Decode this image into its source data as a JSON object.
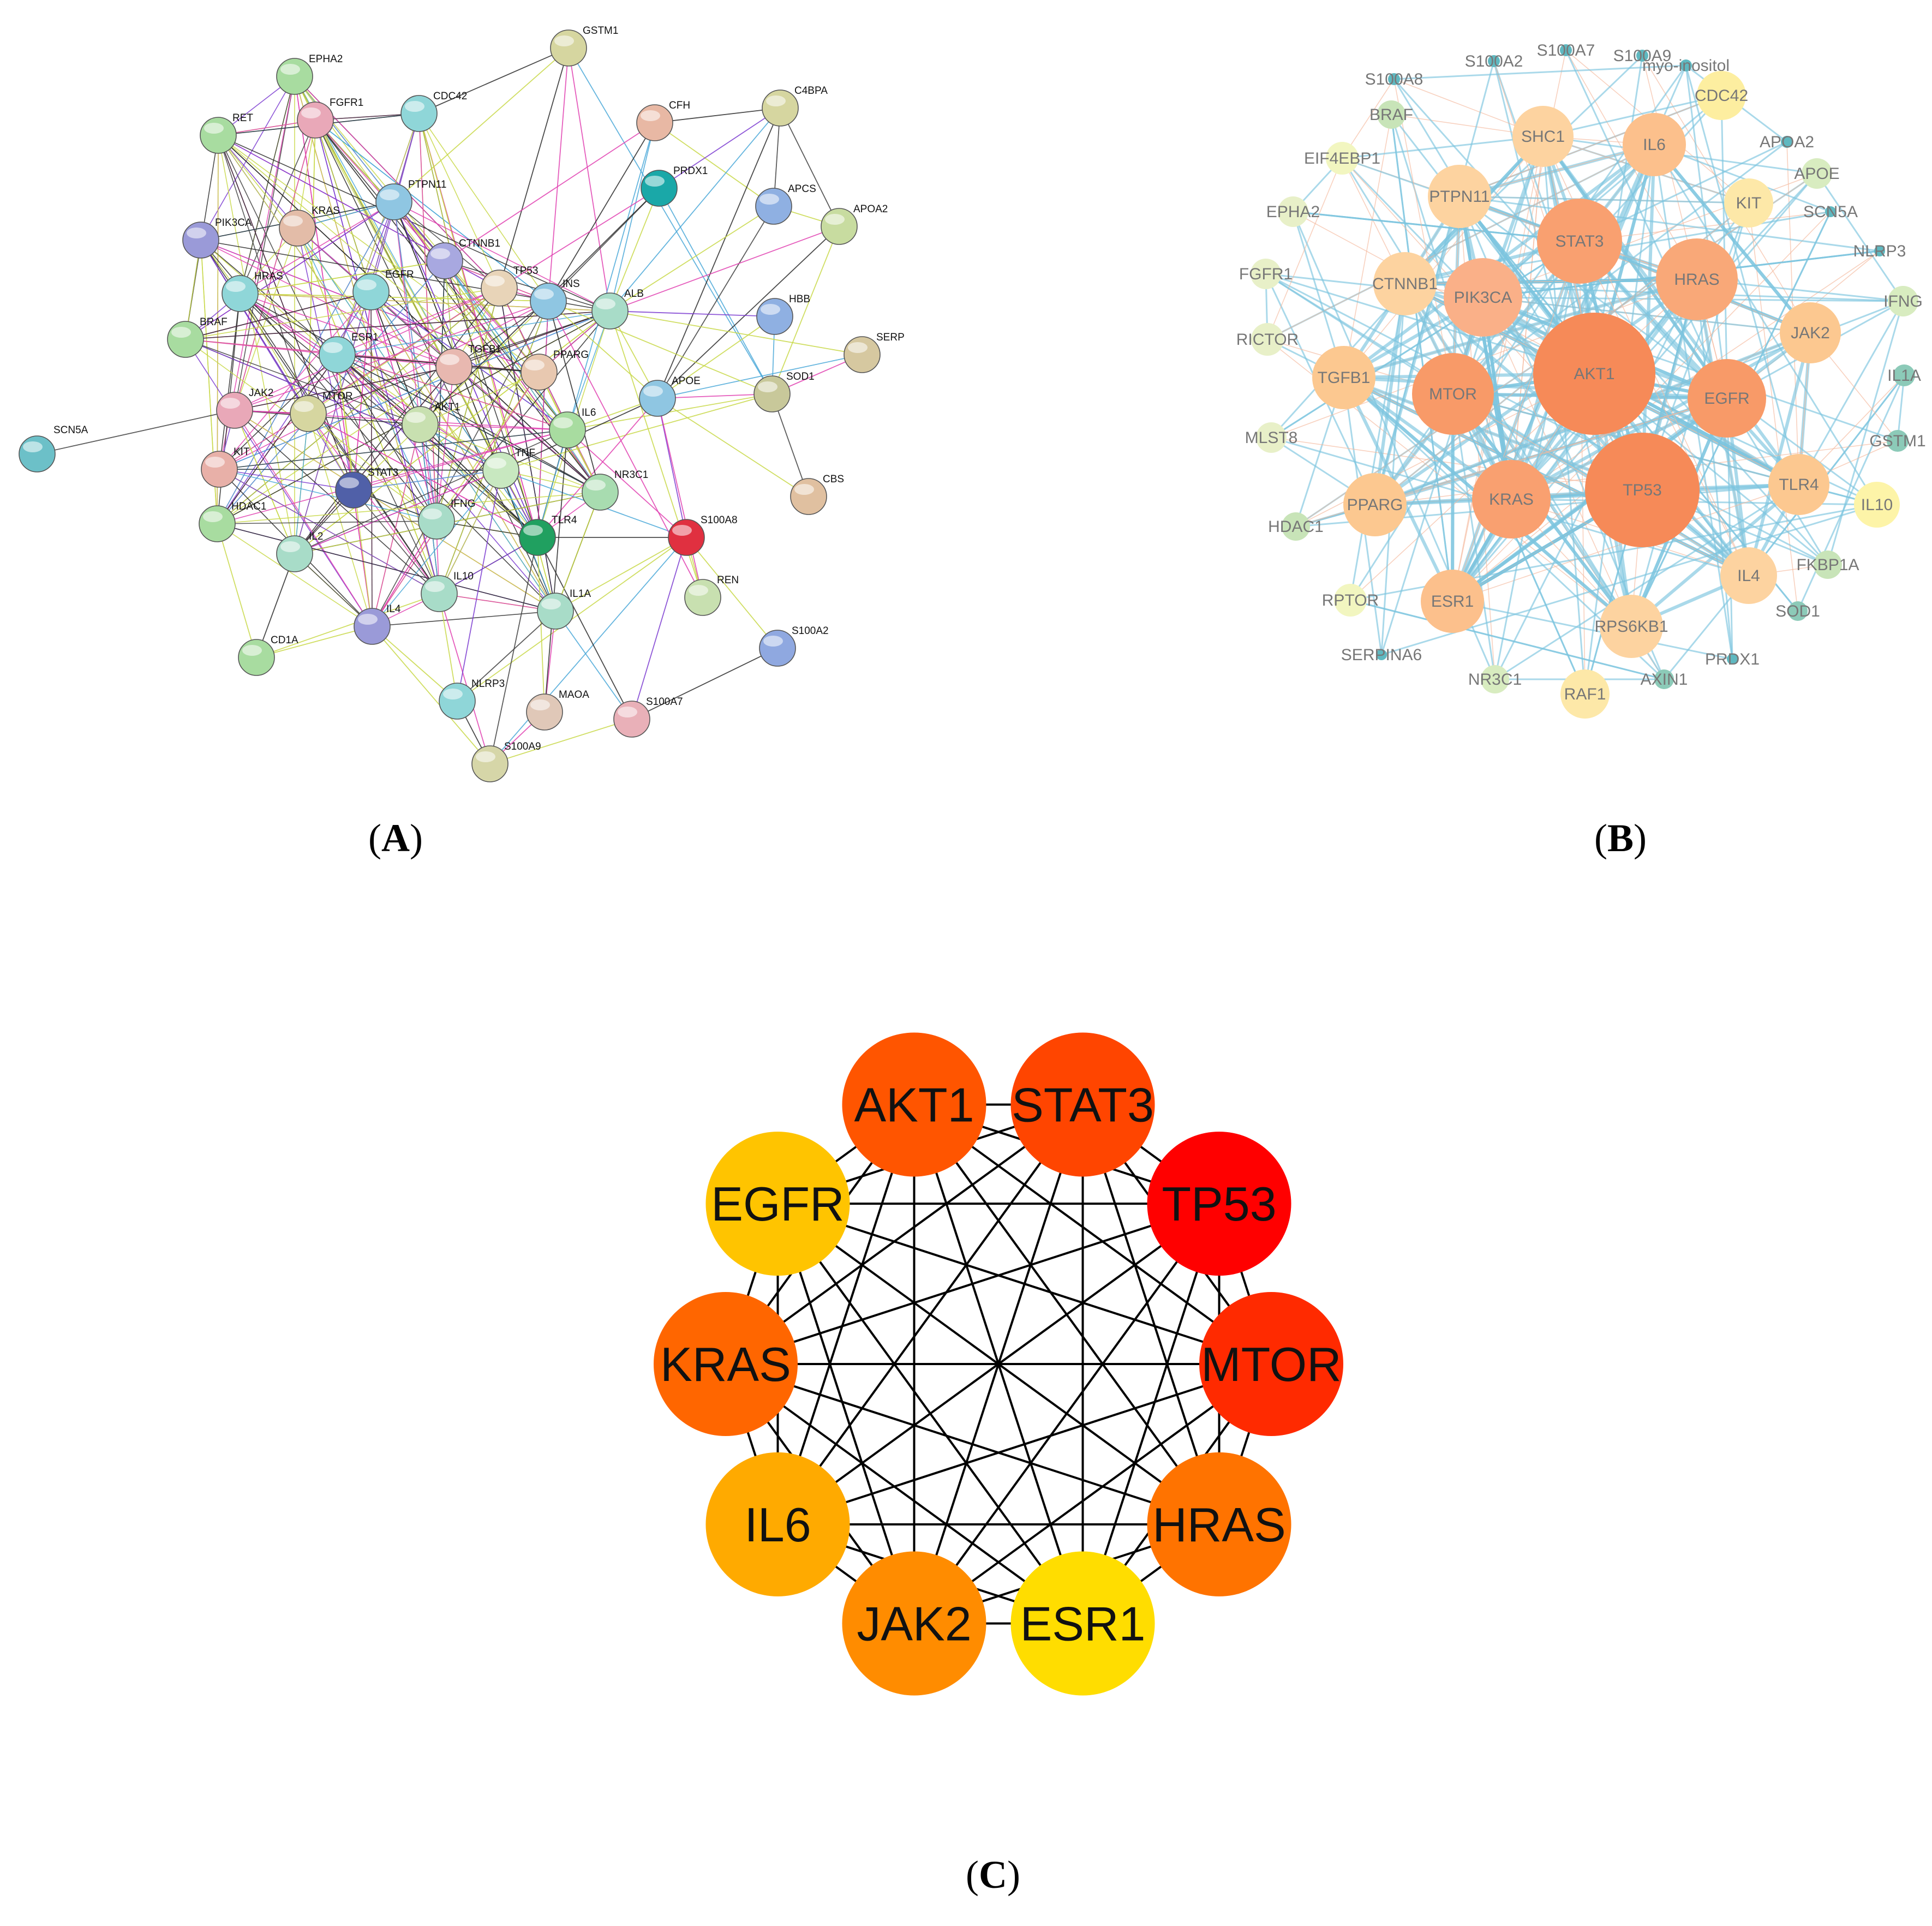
{
  "panels": {
    "A": {
      "caption": "A",
      "nodes": [
        {
          "id": "EPHA2",
          "color": "#a8dca0"
        },
        {
          "id": "FGFR1",
          "color": "#e9a8b8"
        },
        {
          "id": "CDC42",
          "color": "#8fd6d8"
        },
        {
          "id": "GSTM1",
          "color": "#d6d6a0"
        },
        {
          "id": "RET",
          "color": "#a8dca0"
        },
        {
          "id": "CFH",
          "color": "#e8b8a4"
        },
        {
          "id": "C4BPA",
          "color": "#d6d6a0"
        },
        {
          "id": "PRDX1",
          "color": "#1aa8a8"
        },
        {
          "id": "KRAS",
          "color": "#e3bca8"
        },
        {
          "id": "PTPN11",
          "color": "#8fc6e2"
        },
        {
          "id": "APCS",
          "color": "#8fb0e2"
        },
        {
          "id": "APOA2",
          "color": "#c8dca0"
        },
        {
          "id": "PIK3CA",
          "color": "#9a9ad8"
        },
        {
          "id": "CTNNB1",
          "color": "#a8a8e0"
        },
        {
          "id": "HRAS",
          "color": "#8fd6d8"
        },
        {
          "id": "EGFR",
          "color": "#8fd6d8"
        },
        {
          "id": "TP53",
          "color": "#e8d4b8"
        },
        {
          "id": "INS",
          "color": "#8fc6e2"
        },
        {
          "id": "ALB",
          "color": "#a8dcc8"
        },
        {
          "id": "HBB",
          "color": "#8fb0e2"
        },
        {
          "id": "BRAF",
          "color": "#a8dca0"
        },
        {
          "id": "ESR1",
          "color": "#8fd6d8"
        },
        {
          "id": "TGFB1",
          "color": "#e8b8b0"
        },
        {
          "id": "PPARG",
          "color": "#e8c8b0"
        },
        {
          "id": "SERP",
          "color": "#d6c8a0"
        },
        {
          "id": "JAK2",
          "color": "#e9a8b8"
        },
        {
          "id": "MTOR",
          "color": "#d6d6a0"
        },
        {
          "id": "APOE",
          "color": "#8fc6e2"
        },
        {
          "id": "SOD1",
          "color": "#c8c89a"
        },
        {
          "id": "SCN5A",
          "color": "#6cc0c8"
        },
        {
          "id": "AKT1",
          "color": "#c8e0b0"
        },
        {
          "id": "IL6",
          "color": "#a8dca0"
        },
        {
          "id": "KIT",
          "color": "#e8b0a8"
        },
        {
          "id": "TNF",
          "color": "#c8e8c0"
        },
        {
          "id": "STAT3",
          "color": "#5060a8"
        },
        {
          "id": "NR3C1",
          "color": "#a8dcb0"
        },
        {
          "id": "CBS",
          "color": "#e0c0a0"
        },
        {
          "id": "HDAC1",
          "color": "#a8dca0"
        },
        {
          "id": "IFNG",
          "color": "#a8dcc8"
        },
        {
          "id": "TLR4",
          "color": "#20a060"
        },
        {
          "id": "S100A8",
          "color": "#e03040"
        },
        {
          "id": "IL2",
          "color": "#a8dcc8"
        },
        {
          "id": "REN",
          "color": "#c8e0b0"
        },
        {
          "id": "IL10",
          "color": "#a8dcc8"
        },
        {
          "id": "IL1A",
          "color": "#a8dcc8"
        },
        {
          "id": "IL4",
          "color": "#9a9ad8"
        },
        {
          "id": "CD1A",
          "color": "#a8dca0"
        },
        {
          "id": "S100A2",
          "color": "#8fa8e0"
        },
        {
          "id": "NLRP3",
          "color": "#8fd6d8"
        },
        {
          "id": "MAOA",
          "color": "#e0c8b8"
        },
        {
          "id": "S100A7",
          "color": "#e9b0b8"
        },
        {
          "id": "S100A9",
          "color": "#d6d6a8"
        }
      ]
    },
    "B": {
      "caption": "B",
      "nodes": [
        {
          "id": "S100A7",
          "color": "#5fb8c0"
        },
        {
          "id": "S100A9",
          "color": "#5fb8c0"
        },
        {
          "id": "S100A2",
          "color": "#5fb8c0"
        },
        {
          "id": "myo-inositol",
          "color": "#5fb8c0"
        },
        {
          "id": "S100A8",
          "color": "#5fb8c0"
        },
        {
          "id": "CDC42",
          "color": "#fdeea0"
        },
        {
          "id": "BRAF",
          "color": "#c8e4b8"
        },
        {
          "id": "SHC1",
          "color": "#fdd3a0"
        },
        {
          "id": "IL6",
          "color": "#fcc08c"
        },
        {
          "id": "APOA2",
          "color": "#5fb8c0"
        },
        {
          "id": "EIF4EBP1",
          "color": "#f2f6c0"
        },
        {
          "id": "APOE",
          "color": "#d8ecc0"
        },
        {
          "id": "PTPN11",
          "color": "#fdd3a0"
        },
        {
          "id": "KIT",
          "color": "#fde8a8"
        },
        {
          "id": "STAT3",
          "color": "#f9a070"
        },
        {
          "id": "SCN5A",
          "color": "#5fb8c0"
        },
        {
          "id": "EPHA2",
          "color": "#e8f0c8"
        },
        {
          "id": "NLRP3",
          "color": "#5fb8c0"
        },
        {
          "id": "HRAS",
          "color": "#f9a878"
        },
        {
          "id": "FGFR1",
          "color": "#e8f0c8"
        },
        {
          "id": "CTNNB1",
          "color": "#fdd3a0"
        },
        {
          "id": "PIK3CA",
          "color": "#fab088"
        },
        {
          "id": "IFNG",
          "color": "#d8ecc0"
        },
        {
          "id": "JAK2",
          "color": "#fcc890"
        },
        {
          "id": "RICTOR",
          "color": "#e8f0c8"
        },
        {
          "id": "AKT1",
          "color": "#f68a58"
        },
        {
          "id": "IL1A",
          "color": "#8ccab8"
        },
        {
          "id": "TGFB1",
          "color": "#fcc890"
        },
        {
          "id": "MTOR",
          "color": "#f89a68"
        },
        {
          "id": "EGFR",
          "color": "#f89a68"
        },
        {
          "id": "MLST8",
          "color": "#e8f0c8"
        },
        {
          "id": "GSTM1",
          "color": "#8ccab8"
        },
        {
          "id": "TP53",
          "color": "#f68a58"
        },
        {
          "id": "TLR4",
          "color": "#fcc890"
        },
        {
          "id": "PPARG",
          "color": "#fcc890"
        },
        {
          "id": "KRAS",
          "color": "#f9a070"
        },
        {
          "id": "IL10",
          "color": "#fdf4a8"
        },
        {
          "id": "HDAC1",
          "color": "#c8e4b8"
        },
        {
          "id": "FKBP1A",
          "color": "#c8e4b8"
        },
        {
          "id": "IL4",
          "color": "#fdd3a0"
        },
        {
          "id": "RPTOR",
          "color": "#f2f6c0"
        },
        {
          "id": "ESR1",
          "color": "#fcc08c"
        },
        {
          "id": "SOD1",
          "color": "#8ccab8"
        },
        {
          "id": "RPS6KB1",
          "color": "#fdd3a0"
        },
        {
          "id": "SERPINA6",
          "color": "#5fb8c0"
        },
        {
          "id": "PRDX1",
          "color": "#5fb8c0"
        },
        {
          "id": "NR3C1",
          "color": "#d8ecc0"
        },
        {
          "id": "AXIN1",
          "color": "#8ccab8"
        },
        {
          "id": "RAF1",
          "color": "#fde8a8"
        }
      ]
    },
    "C": {
      "caption": "C",
      "nodes": [
        {
          "id": "AKT1",
          "color": "#ff5500"
        },
        {
          "id": "STAT3",
          "color": "#ff4500"
        },
        {
          "id": "TP53",
          "color": "#ff0000"
        },
        {
          "id": "MTOR",
          "color": "#ff2a00"
        },
        {
          "id": "HRAS",
          "color": "#ff7300"
        },
        {
          "id": "ESR1",
          "color": "#ffdd00"
        },
        {
          "id": "JAK2",
          "color": "#ff8c00"
        },
        {
          "id": "IL6",
          "color": "#ffaa00"
        },
        {
          "id": "KRAS",
          "color": "#ff6600"
        },
        {
          "id": "EGFR",
          "color": "#ffc400"
        }
      ]
    }
  }
}
